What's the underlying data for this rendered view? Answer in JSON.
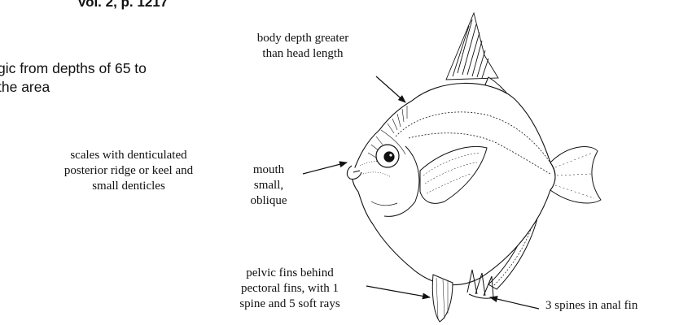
{
  "header": {
    "reference": "Vol. 2, p. 1217"
  },
  "habitat": {
    "line1": "gic from depths of 65 to",
    "line2": "the area"
  },
  "callouts": {
    "scales": [
      "scales with denticulated",
      "posterior ridge or keel and",
      "small denticles"
    ],
    "body_depth": [
      "body depth greater",
      "than head length"
    ],
    "mouth": [
      "mouth",
      "small,",
      "oblique"
    ],
    "pelvic": [
      "pelvic fins behind",
      "pectoral fins, with 1",
      "spine and 5 soft rays"
    ],
    "anal": "3 spines in anal fin"
  },
  "illustration": {
    "subject": "fish-line-drawing"
  }
}
